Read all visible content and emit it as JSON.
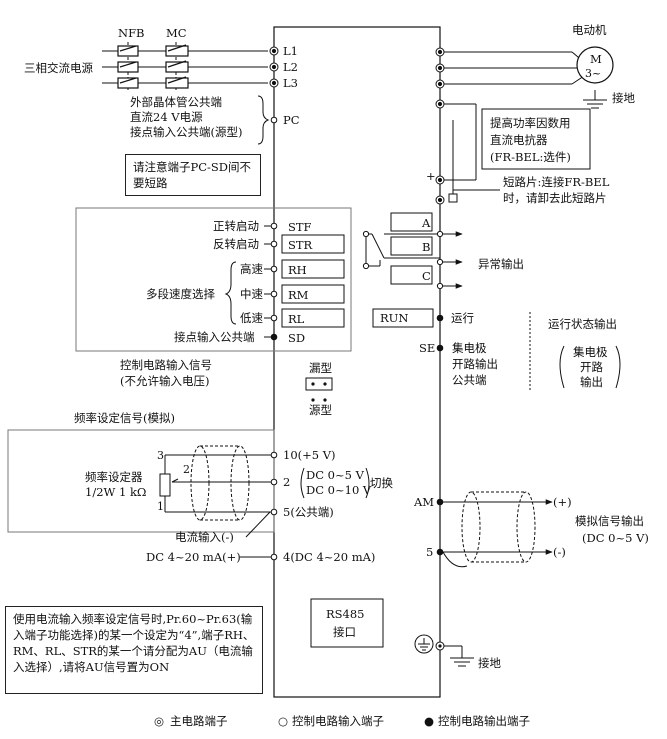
{
  "power": {
    "source_label": "三相交流电源",
    "nfb": "NFB",
    "mc": "MC",
    "terminals": [
      "L1",
      "L2",
      "L3"
    ]
  },
  "motor": {
    "title": "电动机",
    "symbol": "M",
    "phase": "3~",
    "ground": "接地"
  },
  "pc": {
    "lines": [
      "外部晶体管公共端",
      "直流24 V电源",
      "接点输入公共端(源型)"
    ],
    "terminal": "PC"
  },
  "note_pc_sd": "请注意端子PC-SD间不要短路",
  "reactor": {
    "lines": [
      "提高功率因数用",
      "直流电抗器",
      "(FR-BEL:选件)"
    ],
    "plus": "+",
    "jumper_lines": [
      "短路片:连接FR-BEL",
      "时，请卸去此短路片"
    ]
  },
  "inputs": {
    "items": [
      {
        "label": "正转启动",
        "terminal": "STF"
      },
      {
        "label": "反转启动",
        "terminal": "STR"
      },
      {
        "label": "高速",
        "terminal": "RH"
      },
      {
        "label": "中速",
        "terminal": "RM"
      },
      {
        "label": "低速",
        "terminal": "RL"
      },
      {
        "label": "接点输入公共端",
        "terminal": "SD"
      }
    ],
    "multispeed": "多段速度选择",
    "caption": [
      "控制电路输入信号",
      "(不允许输入电压)"
    ]
  },
  "relay": {
    "terminals": [
      "A",
      "B",
      "C"
    ],
    "label": "异常输出"
  },
  "run": {
    "terminal": "RUN",
    "label": "运行",
    "status": "运行状态输出",
    "se": "SE",
    "se_lines": [
      "集电极",
      "开路输出",
      "公共端"
    ],
    "oc_lines": [
      "集电极",
      "开路",
      "输出"
    ]
  },
  "sink_source": {
    "sink": "漏型",
    "source": "源型"
  },
  "freq": {
    "title": "频率设定信号(模拟)",
    "pot_lines": [
      "频率设定器",
      "1/2W 1 kΩ"
    ],
    "pins": [
      "3",
      "2",
      "1"
    ],
    "t10": "10(+5 V)",
    "t2": "2",
    "range_lines": [
      "DC 0~5 V",
      "DC 0~10 V"
    ],
    "switch": "切换",
    "t5": "5(公共端)",
    "cur_in": "电流输入(-)",
    "cur_plus": "DC 4~20 mA(+)",
    "t4": "4(DC 4~20 mA)"
  },
  "analog": {
    "am": "AM",
    "five": "5",
    "plus": "(+)",
    "minus": "(-)",
    "lines": [
      "模拟信号输出",
      "(DC 0~5 V)"
    ]
  },
  "rs485": [
    "RS485",
    "接口"
  ],
  "bottom_ground": "接地",
  "note_current": "使用电流输入频率设定信号时,Pr.60~Pr.63(输入端子功能选择)的某一个设定为“4”,端子RH、RM、RL、STR的某一个请分配为AU（电流输入选择）,请将AU信号置为ON",
  "legend": [
    {
      "symbol": "◎",
      "label": "主电路端子"
    },
    {
      "symbol": "○",
      "label": "控制电路输入端子"
    },
    {
      "symbol": "●",
      "label": "控制电路输出端子"
    }
  ]
}
